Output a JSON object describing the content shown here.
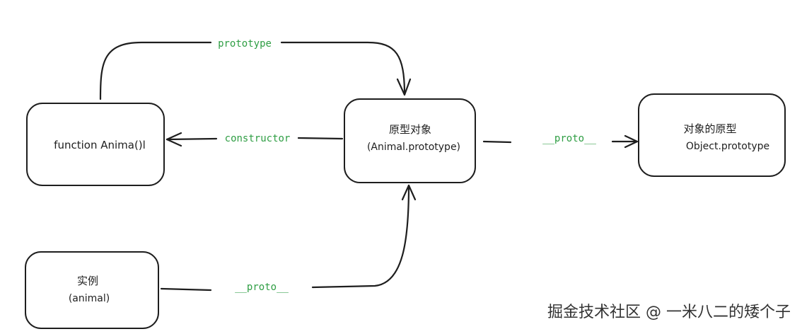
{
  "colors": {
    "stroke": "#1e1e1e",
    "label": "#2f9e44",
    "background": "#ffffff"
  },
  "nodes": {
    "function": {
      "line1": "function Anima()l"
    },
    "prototype_object": {
      "line1": "原型对象",
      "line2": "(Animal.prototype)"
    },
    "object_prototype": {
      "line1": "对象的原型",
      "line2": "Object.prototype"
    },
    "instance": {
      "line1": "实例",
      "line2": "(animal)"
    }
  },
  "edges": {
    "prototype": "prototype",
    "constructor": "constructor",
    "proto_object": "__proto__",
    "proto_instance": "__proto__"
  },
  "watermark": "掘金技术社区 @ 一米八二的矮个子"
}
